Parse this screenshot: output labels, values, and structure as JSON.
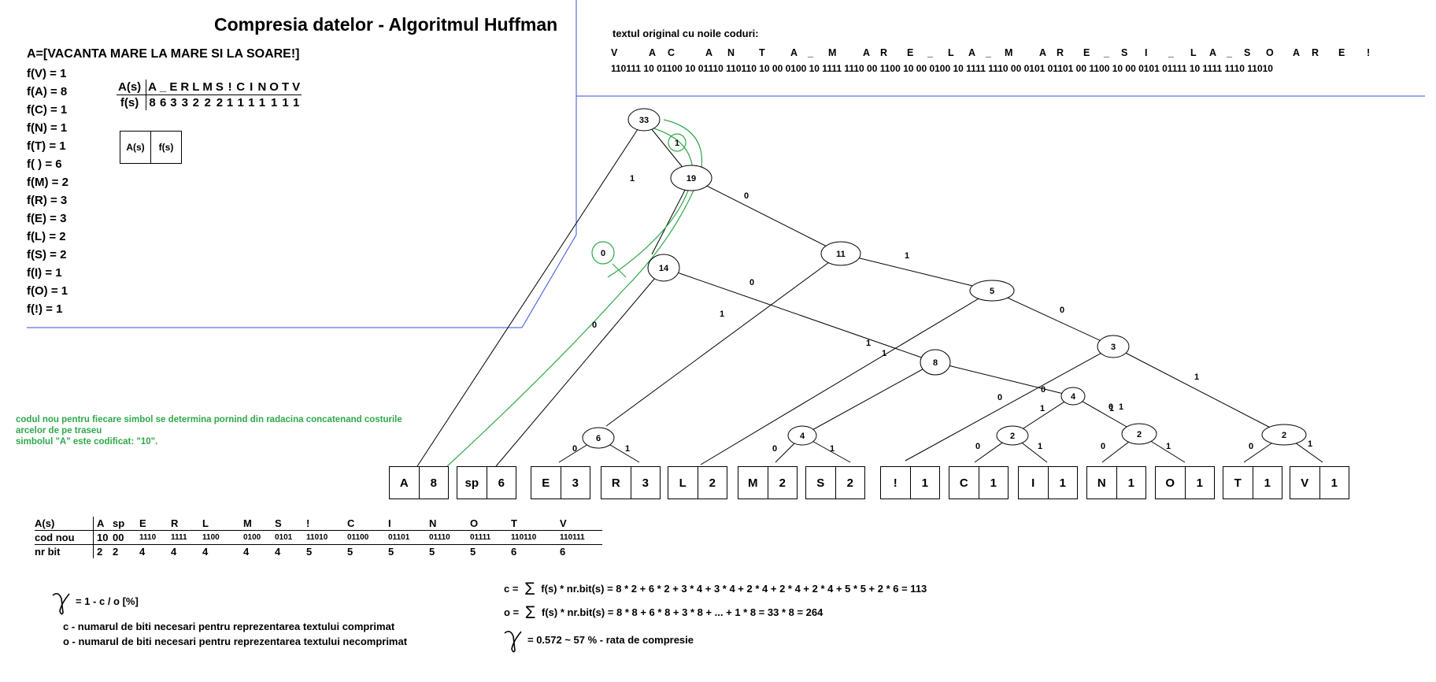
{
  "title": "Compresia datelor - Algoritmul Huffman",
  "expression": "A=[VACANTA MARE LA MARE SI LA SOARE!]",
  "frequencies": [
    "f(V) = 1",
    "f(A) = 8",
    "f(C) = 1",
    "f(N) = 1",
    "f(T) = 1",
    "f( ) = 6",
    "f(M) = 2",
    "f(R) = 3",
    "f(E) = 3",
    "f(L) = 2",
    "f(S) = 2",
    "f(I) = 1",
    "f(O) = 1",
    "f(!) = 1"
  ],
  "freq_table": {
    "header_symbols": "A(s)",
    "header_freq": "f(s)",
    "symbols": [
      "A",
      "_",
      "E",
      "R",
      "L",
      "M",
      "S",
      "!",
      "C",
      "I",
      "N",
      "O",
      "T",
      "V"
    ],
    "freqs": [
      "8",
      "6",
      "3",
      "3",
      "2",
      "2",
      "2",
      "1",
      "1",
      "1",
      "1",
      "1",
      "1",
      "1"
    ]
  },
  "small_table": {
    "col1": "A(s)",
    "col2": "f(s)"
  },
  "note_lines": [
    "codul nou pentru fiecare simbol se determina pornind din radacina concatenand costurile",
    "arcelor de pe traseu",
    "simbolul \"A\" este codificat: \"10\"."
  ],
  "original": {
    "label": "textul original cu noile coduri:",
    "chars": [
      "V",
      "A",
      "C",
      "A",
      "N",
      "T",
      "A",
      "_",
      "M",
      "A",
      "R",
      "E",
      "_",
      "L",
      "A",
      "_",
      "M",
      "A",
      "R",
      "E",
      "_",
      "S",
      "I",
      "_",
      "L",
      "A",
      "_",
      "S",
      "O",
      "A",
      "R",
      "E",
      "!"
    ],
    "codes": "110111 10 01100 10 01110 110110 10 00 0100 10 1111 1110 00 1100 10 00 0100 10 1111 1110 00 0101 01101 00 1100 10 00 0101 01111 10 1111 1110 11010"
  },
  "tree": {
    "nodes": [
      {
        "id": "n33",
        "label": "33"
      },
      {
        "id": "n19",
        "label": "19"
      },
      {
        "id": "n14",
        "label": "14"
      },
      {
        "id": "n11",
        "label": "11"
      },
      {
        "id": "n5",
        "label": "5"
      },
      {
        "id": "n8",
        "label": "8"
      },
      {
        "id": "n3",
        "label": "3"
      },
      {
        "id": "n4a",
        "label": "4"
      },
      {
        "id": "n6",
        "label": "6"
      },
      {
        "id": "n4b",
        "label": "4"
      },
      {
        "id": "n2a",
        "label": "2"
      },
      {
        "id": "n2b",
        "label": "2"
      },
      {
        "id": "n2c",
        "label": "2"
      }
    ],
    "edge_labels": [
      "0",
      "1",
      "1",
      "0",
      "1",
      "1",
      "0",
      "1",
      "0",
      "1",
      "0",
      "1",
      "0",
      "1",
      "1",
      "0",
      "1",
      "0",
      "1",
      "0",
      "1",
      "0",
      "1",
      "0",
      "1"
    ],
    "green_labels": [
      "1",
      "0"
    ],
    "leaves": [
      {
        "sym": "A",
        "freq": "8"
      },
      {
        "sym": "sp",
        "freq": "6"
      },
      {
        "sym": "E",
        "freq": "3"
      },
      {
        "sym": "R",
        "freq": "3"
      },
      {
        "sym": "L",
        "freq": "2"
      },
      {
        "sym": "M",
        "freq": "2"
      },
      {
        "sym": "S",
        "freq": "2"
      },
      {
        "sym": "!",
        "freq": "1"
      },
      {
        "sym": "C",
        "freq": "1"
      },
      {
        "sym": "I",
        "freq": "1"
      },
      {
        "sym": "N",
        "freq": "1"
      },
      {
        "sym": "O",
        "freq": "1"
      },
      {
        "sym": "T",
        "freq": "1"
      },
      {
        "sym": "V",
        "freq": "1"
      }
    ]
  },
  "codes_table": {
    "row_labels": [
      "A(s)",
      "cod nou",
      "nr bit"
    ],
    "symbols": [
      "A",
      "sp",
      "E",
      "R",
      "L",
      "M",
      "S",
      "!",
      "C",
      "I",
      "N",
      "O",
      "T",
      "V"
    ],
    "codes": [
      "10",
      "00",
      "1110",
      "1111",
      "1100",
      "0100",
      "0101",
      "11010",
      "01100",
      "01101",
      "01110",
      "01111",
      "110110",
      "110111"
    ],
    "bits": [
      "2",
      "2",
      "4",
      "4",
      "4",
      "4",
      "4",
      "5",
      "5",
      "5",
      "5",
      "5",
      "6",
      "6"
    ]
  },
  "formulas": {
    "gamma": "= 1 - c / o  [%]",
    "def_c": "c - numarul de biti necesari pentru reprezentarea textului comprimat",
    "def_o": "o - numarul de biti necesari pentru reprezentarea textului necomprimat",
    "c_label": "c =",
    "c_expr": "f(s) * nr.bit(s) = 8 * 2 + 6 * 2 + 3 * 4 + 3 * 4 + 2 * 4 + 2 * 4 + 2 * 4 + 5 * 5 + 2 * 6 = 113",
    "o_label": "o =",
    "o_expr": "f(s) * nr.bit(s)  = 8 * 8 + 6 * 8 + 3 * 8 + ... + 1 * 8 = 33 * 8 = 264",
    "result": "= 0.572 ~ 57 % - rata de  compresie"
  }
}
